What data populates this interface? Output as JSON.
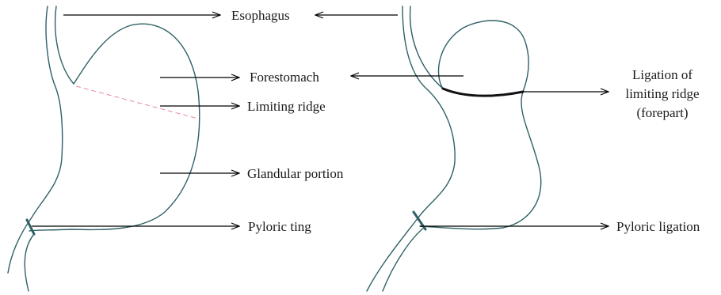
{
  "colors": {
    "outline": "#2f6066",
    "limiting_ridge": "#e8899a",
    "ligation": "#111111",
    "arrow": "#000000",
    "text": "#1a1a1a"
  },
  "labels": {
    "esophagus": "Esophagus",
    "forestomach": "Forestomach",
    "limiting_ridge": "Limiting ridge",
    "glandular_portion": "Glandular portion",
    "pyloric_ting": "Pyloric ting",
    "ligation_line1": "Ligation of",
    "ligation_line2": "limiting ridge",
    "ligation_line3": "(forepart)",
    "pyloric_ligation": "Pyloric ligation"
  }
}
